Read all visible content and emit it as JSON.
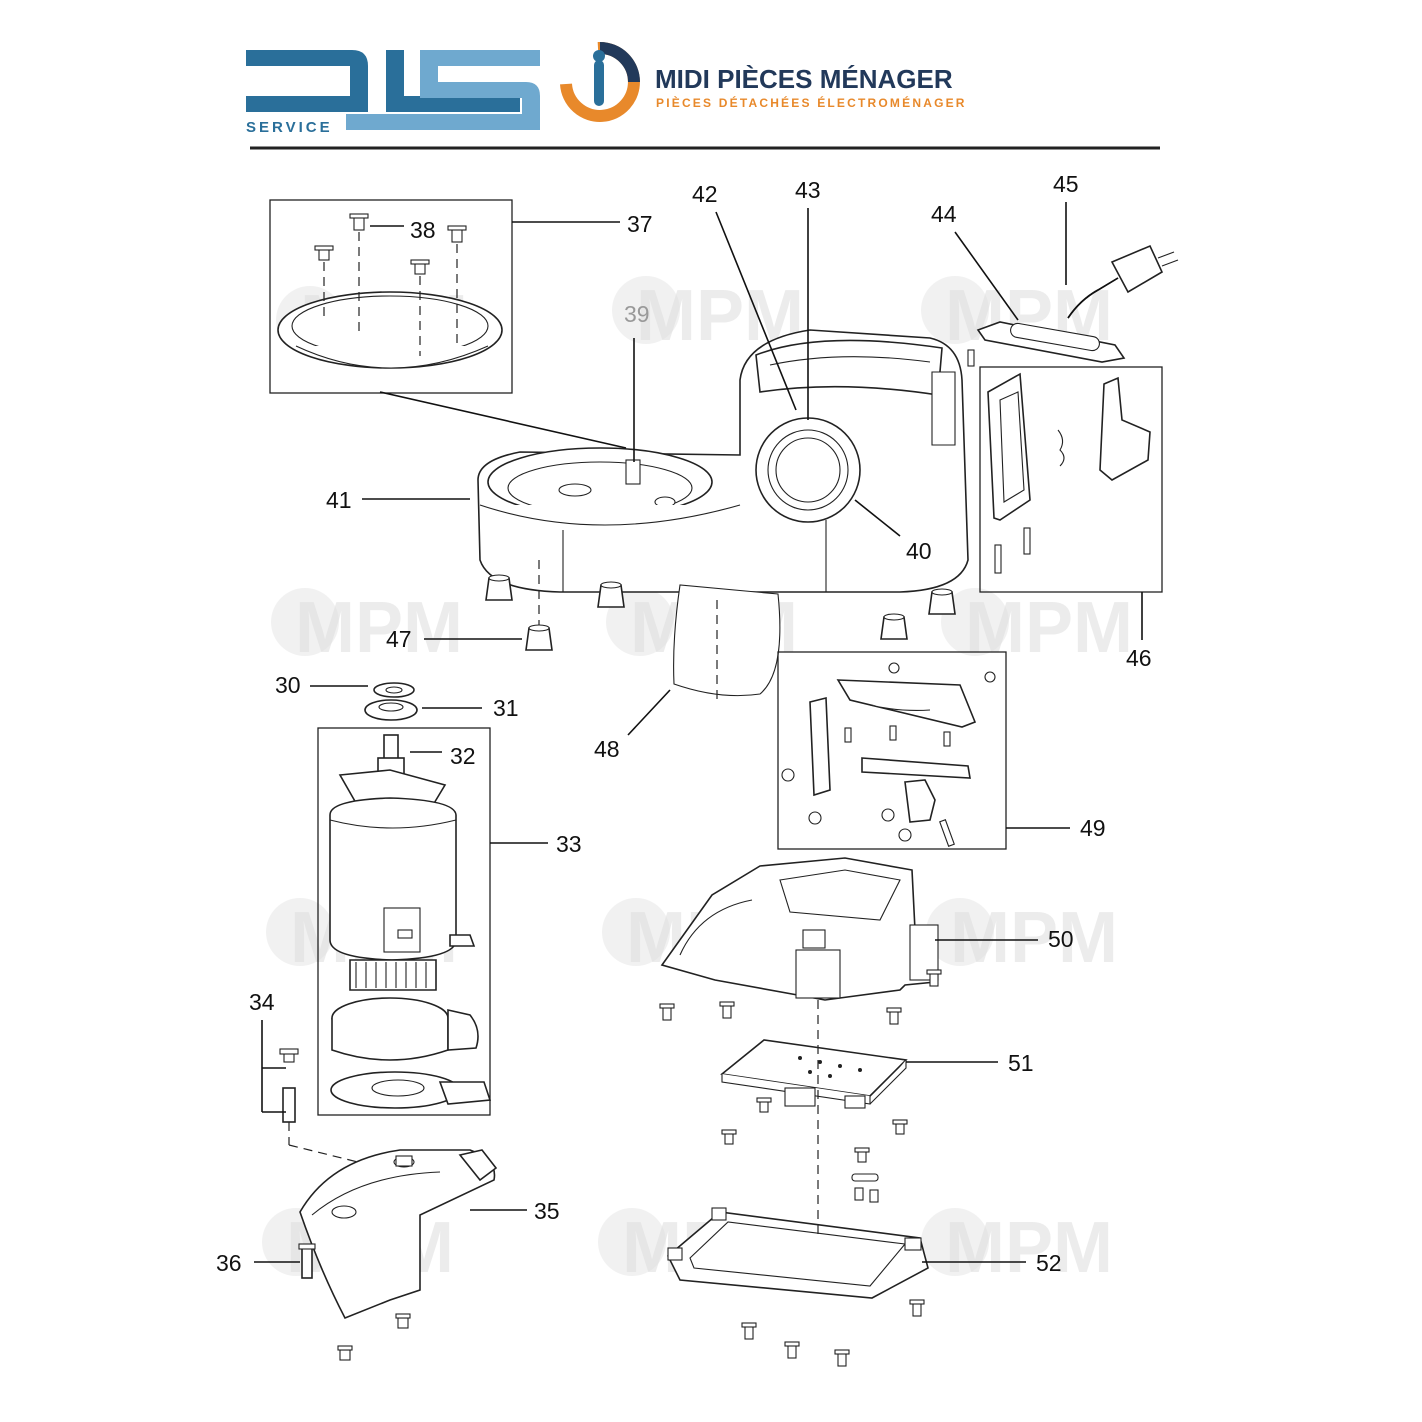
{
  "header": {
    "dls_service_label": "SERVICE",
    "mpm_title": "MIDI PIÈCES MÉNAGER",
    "mpm_subtitle": "PIÈCES DÉTACHÉES ÉLECTROMÉNAGER"
  },
  "watermark": "MPM",
  "callouts": {
    "c30": "30",
    "c31": "31",
    "c32": "32",
    "c33": "33",
    "c34": "34",
    "c35": "35",
    "c36": "36",
    "c37": "37",
    "c38": "38",
    "c39": "39",
    "c40": "40",
    "c41": "41",
    "c42": "42",
    "c43": "43",
    "c44": "44",
    "c45": "45",
    "c46": "46",
    "c47": "47",
    "c48": "48",
    "c49": "49",
    "c50": "50",
    "c51": "51",
    "c52": "52"
  },
  "colors": {
    "dls_blue": "#2a6f9a",
    "dls_light_blue": "#6fa9cf",
    "mpm_orange": "#e8892b",
    "mpm_navy": "#22395a"
  }
}
